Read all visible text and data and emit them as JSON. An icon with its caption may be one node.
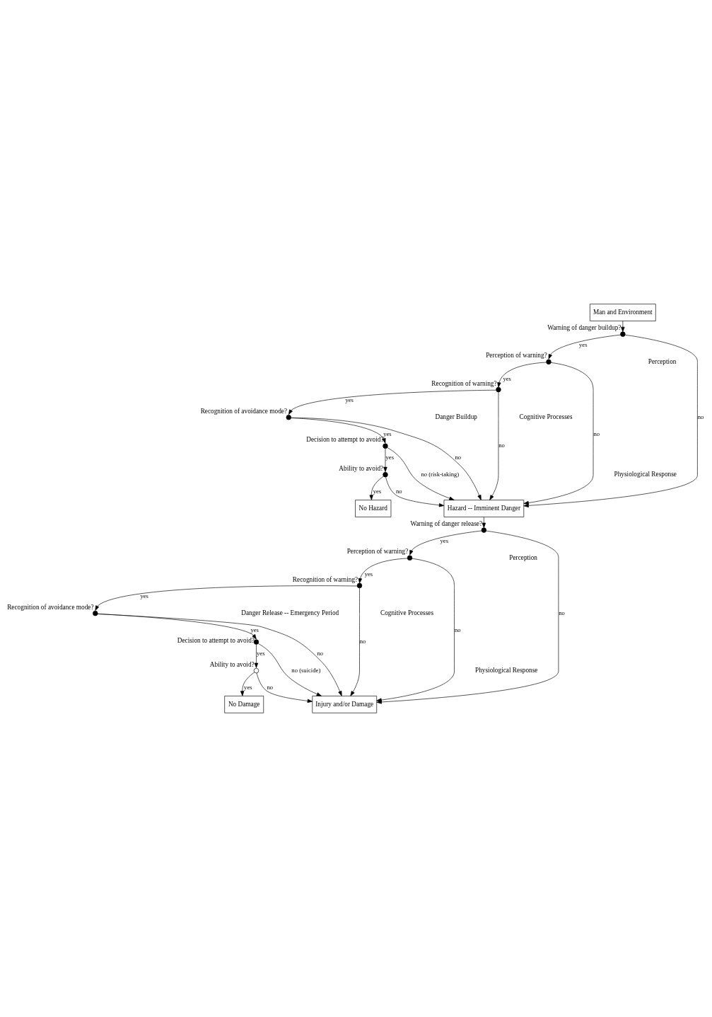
{
  "diagram": {
    "nodes": [
      {
        "text": [
          "Man and Environment"
        ]
      },
      {
        "text": [],
        "shape": "circle",
        "beside": [
          "Warning of danger buildup?"
        ]
      },
      {
        "text": [],
        "shape": "circle",
        "beside": [
          "Perception of warning?"
        ]
      },
      {
        "text": [],
        "shape": "circle",
        "beside": [
          "Recognition of warning?"
        ]
      },
      {
        "text": [],
        "shape": "circle",
        "beside": [
          "Recognition of avoidance mode?"
        ]
      },
      {
        "text": [],
        "shape": "circle",
        "beside": [
          "Decision to attempt to avoid?"
        ]
      },
      {
        "text": [],
        "shape": "circle",
        "beside": [
          "Ability to avoid?"
        ]
      },
      {
        "text": [
          "No Hazard"
        ]
      },
      {
        "text": [
          "Hazard -- Imminent Danger"
        ]
      },
      {
        "text": [],
        "shape": "circle",
        "beside": [
          "Warning of danger release?"
        ]
      },
      {
        "text": [],
        "shape": "circle",
        "beside": [
          "Perception of warning?"
        ]
      },
      {
        "text": [],
        "shape": "circle",
        "beside": [
          "Recognition of warning?"
        ]
      },
      {
        "text": [],
        "shape": "circle",
        "beside": [
          "Recognition of avoidance mode?"
        ]
      },
      {
        "text": [],
        "shape": "circle",
        "beside": [
          "Decision to attempt to avoid?"
        ]
      },
      {
        "text": [],
        "shape": "circle",
        "beside": [
          "Ability to avoid?"
        ]
      },
      {
        "text": [
          "No Damage"
        ]
      },
      {
        "text": [
          "Injury and/or Damage"
        ]
      }
    ],
    "edges": [
      {
        "from": 0,
        "to": 1,
        "arrow": "to"
      },
      {
        "from": 1,
        "to": 2,
        "arrow": "to",
        "label": "yes"
      },
      {
        "from": 1,
        "to": 8,
        "arrow": "to",
        "label": "no"
      },
      {
        "from": 2,
        "to": 3,
        "arrow": "to",
        "label": "yes"
      },
      {
        "from": 2,
        "to": 8,
        "arrow": "to",
        "label": "no"
      },
      {
        "from": 3,
        "to": 4,
        "arrow": "to",
        "label": "yes"
      },
      {
        "from": 3,
        "to": 8,
        "arrow": "to",
        "label": "no"
      },
      {
        "from": 4,
        "to": 5,
        "arrow": "to",
        "label": "yes"
      },
      {
        "from": 4,
        "to": 8,
        "arrow": "to",
        "label": "no"
      },
      {
        "from": 5,
        "to": 6,
        "arrow": "to",
        "label": "yes"
      },
      {
        "from": 5,
        "to": 8,
        "arrow": "to",
        "label": "no (risk-taking)"
      },
      {
        "from": 6,
        "to": 7,
        "arrow": "to",
        "label": "yes"
      },
      {
        "from": 6,
        "to": 8,
        "arrow": "to",
        "label": "no"
      },
      {
        "from": 8,
        "to": 9,
        "arrow": "to"
      },
      {
        "from": 9,
        "to": 10,
        "arrow": "to",
        "label": "yes"
      },
      {
        "from": 9,
        "to": 16,
        "arrow": "to",
        "label": "no"
      },
      {
        "from": 10,
        "to": 11,
        "arrow": "to",
        "label": "yes"
      },
      {
        "from": 10,
        "to": 16,
        "arrow": "to",
        "label": "no"
      },
      {
        "from": 11,
        "to": 12,
        "arrow": "to",
        "label": "yes"
      },
      {
        "from": 11,
        "to": 16,
        "arrow": "to",
        "label": "no"
      },
      {
        "from": 12,
        "to": 13,
        "arrow": "to",
        "label": "yes"
      },
      {
        "from": 12,
        "to": 16,
        "arrow": "to",
        "label": "no"
      },
      {
        "from": 13,
        "to": 14,
        "arrow": "to",
        "label": "yes"
      },
      {
        "from": 13,
        "to": 16,
        "arrow": "to",
        "label": "no (suicide)"
      },
      {
        "from": 14,
        "to": 15,
        "arrow": "to",
        "label": "yes"
      },
      {
        "from": 14,
        "to": 16,
        "arrow": "to",
        "label": "no"
      }
    ],
    "labels": [
      "Perception",
      "Cognitive Processes",
      "Physiological Response",
      "Danger Buildup",
      "Perception",
      "Cognitive Processes",
      "Physiological Response",
      "Danger Release -- Emergency Period"
    ]
  }
}
